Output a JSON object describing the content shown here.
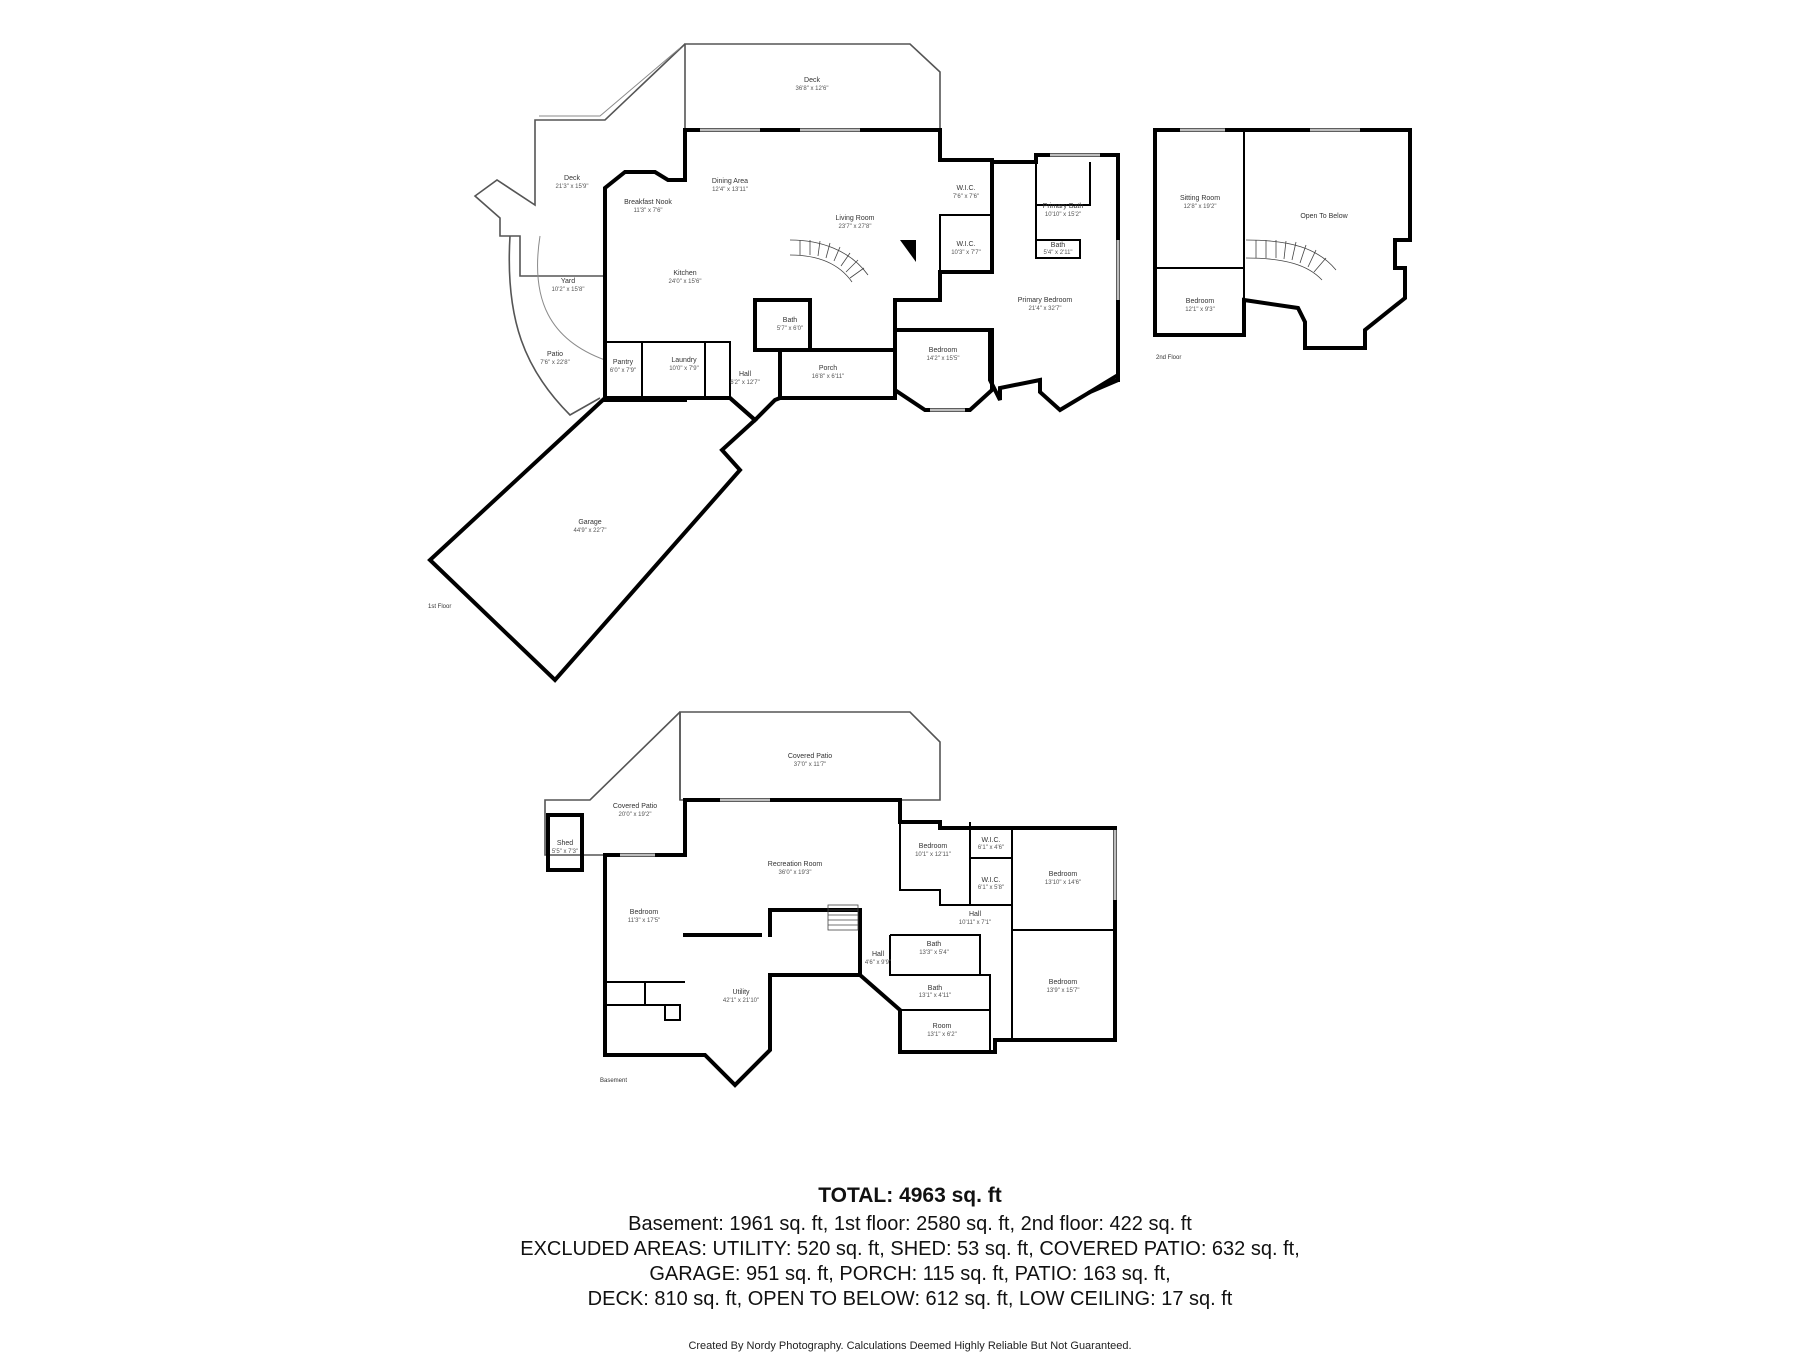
{
  "floors": {
    "first": {
      "label": "1st Floor",
      "rooms": [
        {
          "id": "deck-upper",
          "name": "Deck",
          "dim": "36'8\" x 12'6\""
        },
        {
          "id": "deck-left",
          "name": "Deck",
          "dim": "21'3\" x 15'9\""
        },
        {
          "id": "dining",
          "name": "Dining Area",
          "dim": "12'4\" x 13'11\""
        },
        {
          "id": "breakfast",
          "name": "Breakfast Nook",
          "dim": "11'3\" x 7'6\""
        },
        {
          "id": "living",
          "name": "Living Room",
          "dim": "23'7\" x 27'8\""
        },
        {
          "id": "kitchen",
          "name": "Kitchen",
          "dim": "24'0\" x 15'6\""
        },
        {
          "id": "yard",
          "name": "Yard",
          "dim": "10'2\" x 15'8\""
        },
        {
          "id": "wic1",
          "name": "W.I.C.",
          "dim": "7'6\" x 7'6\""
        },
        {
          "id": "wic2",
          "name": "W.I.C.",
          "dim": "10'3\" x 7'7\""
        },
        {
          "id": "pbath",
          "name": "Primary Bath",
          "dim": "10'10\" x 15'2\""
        },
        {
          "id": "bath-small",
          "name": "Bath",
          "dim": "5'4\" x 2'11\""
        },
        {
          "id": "pbed",
          "name": "Primary Bedroom",
          "dim": "21'4\" x 32'7\""
        },
        {
          "id": "bath1",
          "name": "Bath",
          "dim": "5'7\" x 6'0\""
        },
        {
          "id": "bed1",
          "name": "Bedroom",
          "dim": "14'2\" x 15'5\""
        },
        {
          "id": "patio",
          "name": "Patio",
          "dim": "7'6\" x 22'8\""
        },
        {
          "id": "pantry",
          "name": "Pantry",
          "dim": "6'0\" x 7'9\""
        },
        {
          "id": "laundry",
          "name": "Laundry",
          "dim": "10'0\" x 7'9\""
        },
        {
          "id": "hall1",
          "name": "Hall",
          "dim": "6'2\" x 12'7\""
        },
        {
          "id": "porch",
          "name": "Porch",
          "dim": "16'8\" x 6'11\""
        },
        {
          "id": "garage",
          "name": "Garage",
          "dim": "44'9\" x 22'7\""
        }
      ]
    },
    "second": {
      "label": "2nd Floor",
      "rooms": [
        {
          "id": "sitting",
          "name": "Sitting Room",
          "dim": "12'8\" x 19'2\""
        },
        {
          "id": "otb",
          "name": "Open To Below",
          "dim": ""
        },
        {
          "id": "bed2",
          "name": "Bedroom",
          "dim": "12'1\" x 9'3\""
        }
      ]
    },
    "basement": {
      "label": "Basement",
      "rooms": [
        {
          "id": "cpatio1",
          "name": "Covered Patio",
          "dim": "37'0\" x 11'7\""
        },
        {
          "id": "cpatio2",
          "name": "Covered Patio",
          "dim": "20'0\" x 19'2\""
        },
        {
          "id": "shed",
          "name": "Shed",
          "dim": "5'5\" x 7'3\""
        },
        {
          "id": "rec",
          "name": "Recreation Room",
          "dim": "36'0\" x 19'3\""
        },
        {
          "id": "bbed1",
          "name": "Bedroom",
          "dim": "10'1\" x 12'11\""
        },
        {
          "id": "bwic1",
          "name": "W.I.C.",
          "dim": "6'1\" x 4'6\""
        },
        {
          "id": "bwic2",
          "name": "W.I.C.",
          "dim": "6'1\" x 5'8\""
        },
        {
          "id": "bbed2",
          "name": "Bedroom",
          "dim": "13'10\" x 14'6\""
        },
        {
          "id": "bbed3",
          "name": "Bedroom",
          "dim": "11'3\" x 17'5\""
        },
        {
          "id": "bhall1",
          "name": "Hall",
          "dim": "10'11\" x 7'1\""
        },
        {
          "id": "bbath1",
          "name": "Bath",
          "dim": "13'3\" x 5'4\""
        },
        {
          "id": "bhall2",
          "name": "Hall",
          "dim": "4'6\" x 9'9\""
        },
        {
          "id": "bbed4",
          "name": "Bedroom",
          "dim": "13'9\" x 15'7\""
        },
        {
          "id": "utility",
          "name": "Utility",
          "dim": "42'1\" x 21'10\""
        },
        {
          "id": "bbath2",
          "name": "Bath",
          "dim": "13'1\" x 4'11\""
        },
        {
          "id": "broom",
          "name": "Room",
          "dim": "13'1\" x 6'2\""
        }
      ]
    }
  },
  "summary": {
    "total": "TOTAL: 4963 sq. ft",
    "line1": "Basement: 1961 sq. ft, 1st floor: 2580 sq. ft, 2nd floor: 422 sq. ft",
    "line2": "EXCLUDED AREAS: UTILITY: 520 sq. ft, SHED: 53 sq. ft, COVERED PATIO: 632 sq. ft,",
    "line3": "GARAGE: 951 sq. ft, PORCH: 115 sq. ft, PATIO: 163 sq. ft,",
    "line4": "DECK: 810 sq. ft, OPEN TO BELOW: 612 sq. ft, LOW CEILING: 17 sq. ft",
    "credit": "Created By Nordy Photography. Calculations Deemed Highly Reliable But Not Guaranteed."
  }
}
